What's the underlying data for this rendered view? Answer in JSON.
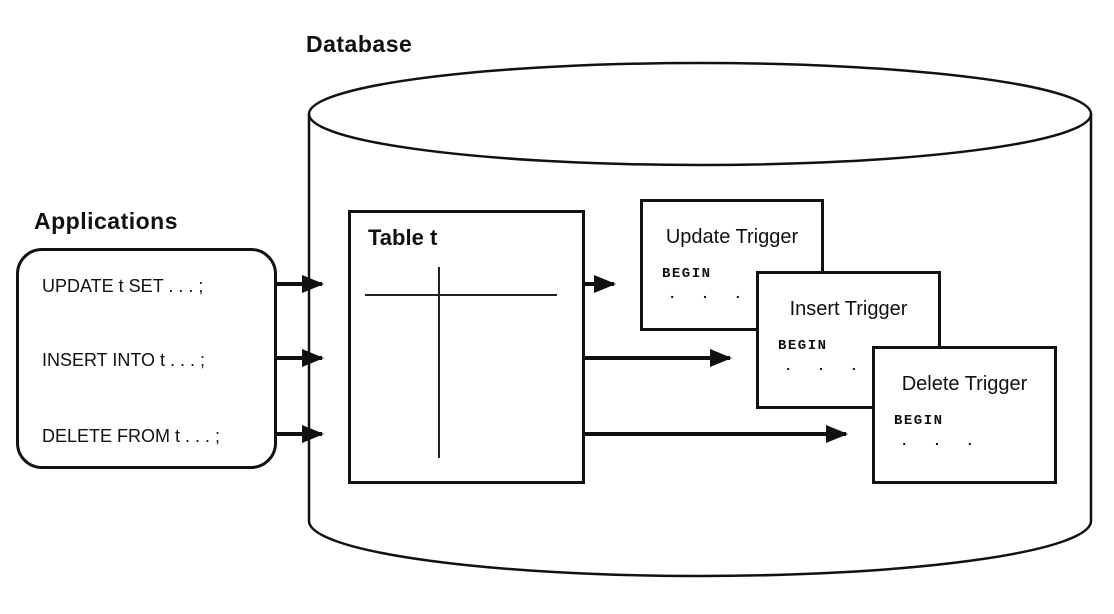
{
  "labels": {
    "database": "Database",
    "applications": "Applications"
  },
  "applications_box": {
    "statements": [
      "UPDATE t SET . . . ;",
      "INSERT INTO t . . . ;",
      "DELETE FROM t . . . ;"
    ]
  },
  "table_box": {
    "title": "Table t"
  },
  "triggers": [
    {
      "title": "Update Trigger",
      "body": "BEGIN",
      "dots": ". . ."
    },
    {
      "title": "Insert Trigger",
      "body": "BEGIN",
      "dots": ". . ."
    },
    {
      "title": "Delete Trigger",
      "body": "BEGIN",
      "dots": ". . ."
    }
  ],
  "colors": {
    "line": "#111111",
    "background": "#ffffff"
  }
}
